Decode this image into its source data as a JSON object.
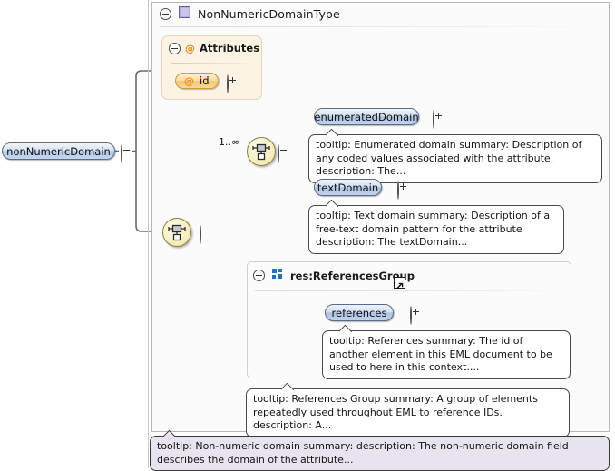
{
  "diagram": {
    "title": "NonNumericDomainType",
    "root_element": "nonNumericDomain",
    "attributes_label": "Attributes",
    "attribute_id": "id",
    "at_symbol": "@",
    "occurrence_label": "1..∞",
    "group_label": "res:ReferencesGroup",
    "elements": {
      "enumerated_domain": "enumeratedDomain",
      "text_domain": "textDomain",
      "references": "references"
    },
    "tooltips": {
      "enumerated_domain": "tooltip: Enumerated domain summary: Description of any coded values associated with the attribute. description: The...",
      "text_domain": "tooltip: Text domain summary: Description of a free-text domain pattern for the attribute description: The textDomain...",
      "references": "tooltip: References summary: The id of another element in this EML document to be used to here in this context....",
      "references_group": "tooltip: References Group summary: A group of elements repeatedly used throughout EML to reference IDs. description: A...",
      "non_numeric_domain": "tooltip: Non-numeric domain summary: description: The non-numeric domain field describes the domain of the attribute..."
    },
    "colors": {
      "type_icon": "#9b8ec4",
      "group_icon": "#1f6fc4",
      "element_pill": "#adc3e2",
      "attribute_pill": "#f3c873",
      "compositor": "#f7f0c4",
      "tooltip_accent": "#e8e4ef"
    }
  }
}
